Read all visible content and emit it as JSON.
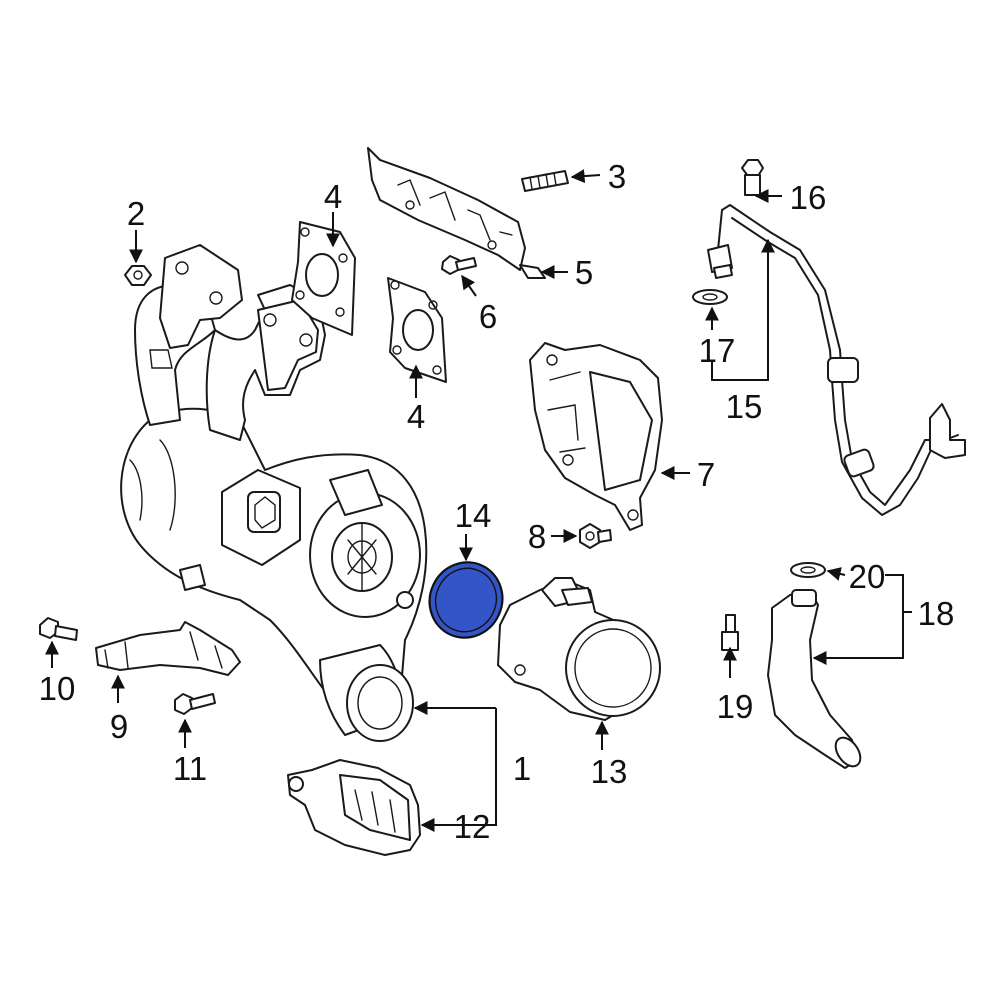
{
  "callouts": {
    "c1": "1",
    "c2": "2",
    "c3": "3",
    "c4a": "4",
    "c4b": "4",
    "c5": "5",
    "c6": "6",
    "c7": "7",
    "c8": "8",
    "c9": "9",
    "c10": "10",
    "c11": "11",
    "c12": "12",
    "c13": "13",
    "c14": "14",
    "c15": "15",
    "c16": "16",
    "c17": "17",
    "c18": "18",
    "c19": "19",
    "c20": "20"
  },
  "colors": {
    "line": "#1a1a1a",
    "highlight_fill": "#3355c8",
    "highlight_stroke": "#111111",
    "background": "#ffffff"
  },
  "highlighted_part": "14"
}
